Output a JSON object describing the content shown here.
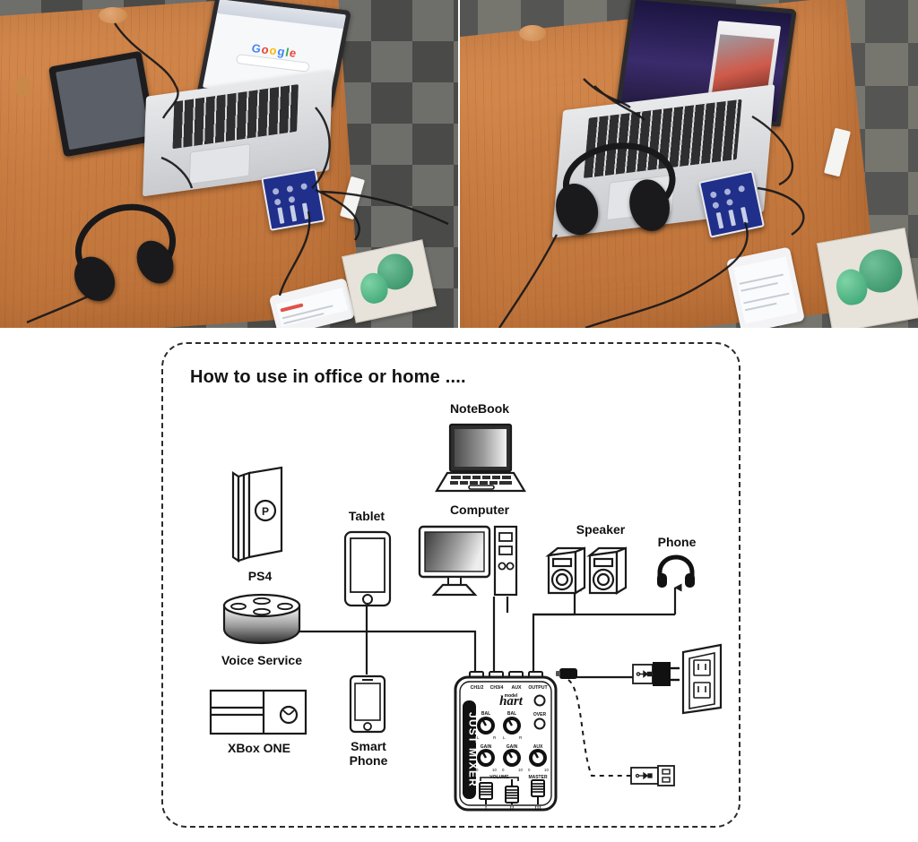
{
  "photos": [
    {
      "name": "office-desk-google-laptop",
      "caption": "",
      "screen_text": "Google",
      "devices": [
        "tablet",
        "laptop",
        "just-mixer",
        "headphones",
        "smartphone",
        "green-toy"
      ]
    },
    {
      "name": "office-desk-video-laptop",
      "caption": "",
      "screen_text": "",
      "devices": [
        "laptop",
        "just-mixer",
        "headphones",
        "smartphone",
        "green-toy"
      ]
    }
  ],
  "diagram": {
    "title": "How to use in office or home  ....",
    "nodes": [
      {
        "id": "ps4",
        "label": "PS4"
      },
      {
        "id": "voice",
        "label": "Voice Service"
      },
      {
        "id": "xbox",
        "label": "XBox ONE"
      },
      {
        "id": "tablet",
        "label": "Tablet"
      },
      {
        "id": "smartphone",
        "label": "Smart\nPhone"
      },
      {
        "id": "notebook",
        "label": "NoteBook"
      },
      {
        "id": "computer",
        "label": "Computer"
      },
      {
        "id": "speaker",
        "label": "Speaker"
      },
      {
        "id": "phone",
        "label": "Phone"
      }
    ],
    "mixer": {
      "brand": "hart",
      "brand_sub": "model",
      "side_text": "JUST MIXER",
      "jacks": [
        "CH1/2",
        "CH3/4",
        "AUX",
        "OUTPUT"
      ],
      "over_label": "OVER",
      "knobs": [
        {
          "label": "BAL",
          "min": "L",
          "max": "R"
        },
        {
          "label": "BAL",
          "min": "L",
          "max": "R"
        },
        {
          "label": "GAIN",
          "min": "0",
          "max": "10"
        },
        {
          "label": "GAIN",
          "min": "0",
          "max": "10"
        },
        {
          "label": "AUX",
          "min": "0",
          "max": "10"
        }
      ],
      "fader_group_left": "VOLUME",
      "fader_group_right": "MASTER",
      "fader_numbers": [
        "I",
        "II",
        "III"
      ]
    },
    "power": {
      "adapter": "ac-power-adapter",
      "outlet": "wall-outlet",
      "usb": "usb-connector"
    },
    "colors": {
      "line": "#1a1a1a",
      "text": "#111111",
      "background": "#ffffff"
    }
  }
}
